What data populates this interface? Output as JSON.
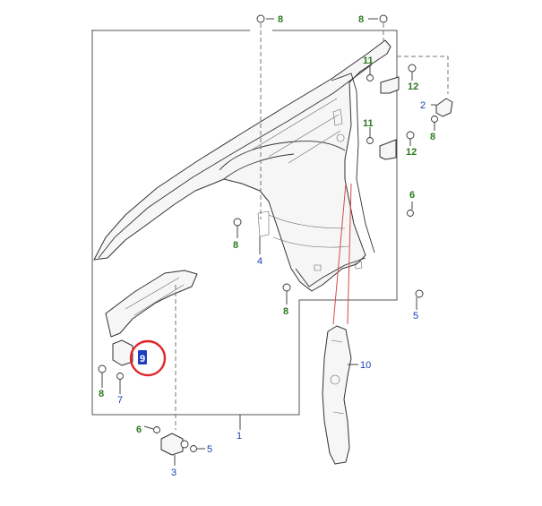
{
  "diagram": {
    "labels": {
      "l1": "1",
      "l2": "2",
      "l3": "3",
      "l4": "4",
      "l5a": "5",
      "l5b": "5",
      "l6a": "6",
      "l6b": "6",
      "l7": "7",
      "l8a": "8",
      "l8b": "8",
      "l8c": "8",
      "l8d": "8",
      "l8e": "8",
      "l8f": "8",
      "l9": "9",
      "l10": "10",
      "l11a": "11",
      "l11b": "11",
      "l12a": "12",
      "l12b": "12"
    },
    "colors": {
      "part_number_blue": "#1a3fb0",
      "part_number_green": "#2b7a1e",
      "highlight_circle": "#e0262a"
    }
  }
}
